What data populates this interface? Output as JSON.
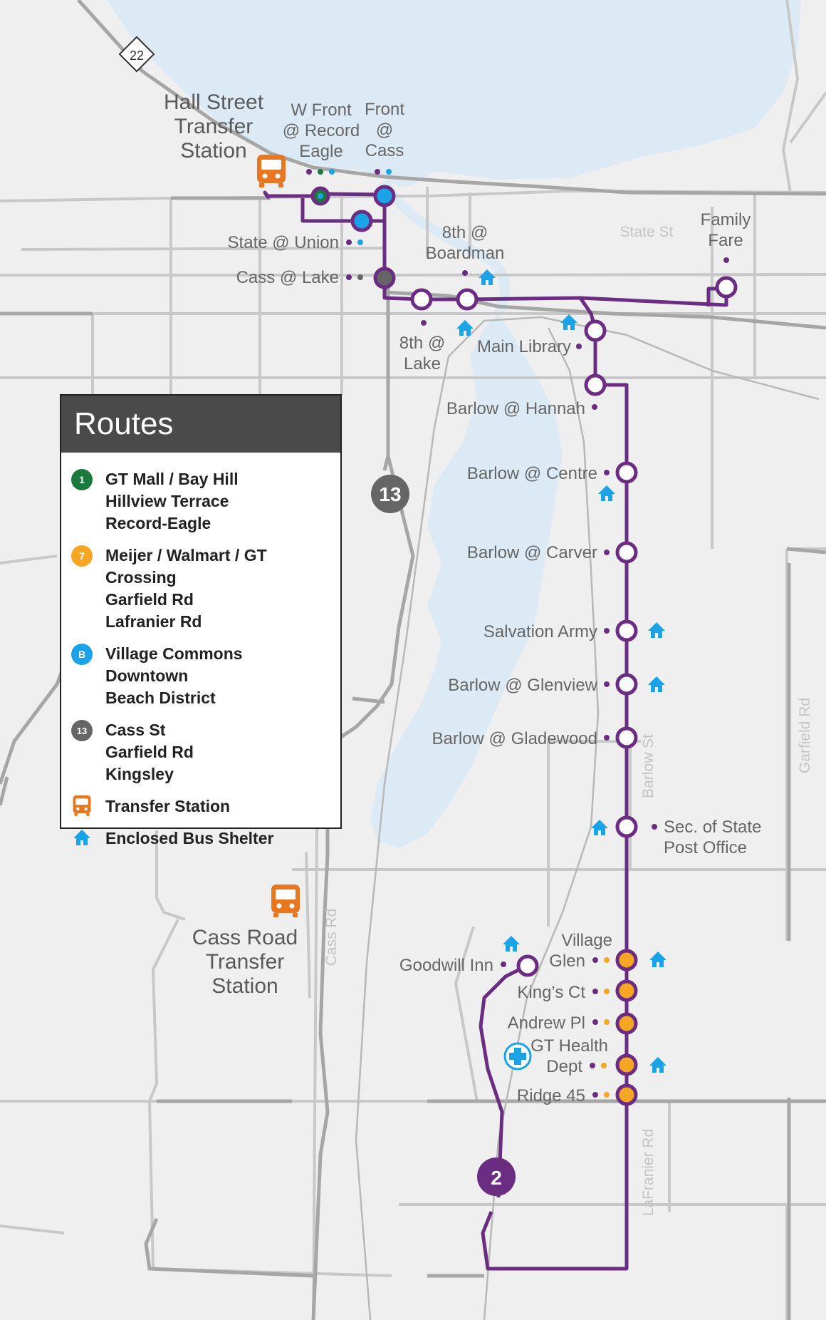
{
  "legend": {
    "title": "Routes",
    "routes": [
      {
        "badge": "1",
        "color": "#1a7a3c",
        "lines": [
          "GT Mall / Bay Hill",
          "Hillview Terrace",
          "Record-Eagle"
        ]
      },
      {
        "badge": "7",
        "color": "#f5a623",
        "lines": [
          "Meijer / Walmart / GT Crossing",
          "Garfield Rd",
          "Lafranier Rd"
        ]
      },
      {
        "badge": "B",
        "color": "#1aa3e6",
        "lines": [
          "Village Commons",
          "Downtown",
          "Beach District"
        ]
      },
      {
        "badge": "13",
        "color": "#666666",
        "lines": [
          "Cass St",
          "Garfield Rd",
          "Kingsley"
        ]
      }
    ],
    "transfer_label": "Transfer Station",
    "shelter_label": "Enclosed Bus Shelter"
  },
  "map": {
    "route_2_badge": "2",
    "route_13_badge": "13",
    "highway": "22",
    "colors": {
      "route": "#6b2d82",
      "water": "#dbeaf5",
      "road": "#c8c8c8",
      "transfer": "#e87722",
      "shelter": "#1aa3e6"
    },
    "stations": {
      "hall_street": [
        "Hall Street",
        "Transfer",
        "Station"
      ],
      "cass_road": [
        "Cass Road",
        "Transfer",
        "Station"
      ]
    },
    "streets": {
      "state_st": "State St",
      "cass_rd": "Cass Rd",
      "barlow_st": "Barlow St",
      "garfield_rd": "Garfield Rd",
      "lafranier_rd": "LaFranier Rd"
    },
    "stops": {
      "w_front": [
        "W Front",
        "@ Record",
        "Eagle"
      ],
      "front_cass": [
        "Front",
        "@",
        "Cass"
      ],
      "state_union": "State @ Union",
      "cass_lake": "Cass @ Lake",
      "eighth_boardman": [
        "8th @",
        "Boardman"
      ],
      "eighth_lake": [
        "8th @",
        "Lake"
      ],
      "family_fare": [
        "Family",
        "Fare"
      ],
      "main_library": "Main Library",
      "barlow_hannah": "Barlow @ Hannah",
      "barlow_centre": "Barlow @ Centre",
      "barlow_carver": "Barlow @ Carver",
      "salvation_army": "Salvation Army",
      "barlow_glenview": "Barlow @ Glenview",
      "barlow_gladewood": "Barlow @ Gladewood",
      "sec_state": [
        "Sec. of State",
        "Post Office"
      ],
      "village_glen": [
        "Village",
        "Glen"
      ],
      "goodwill_inn": "Goodwill Inn",
      "kings_ct": "King’s Ct",
      "andrew_pl": "Andrew Pl",
      "gt_health": [
        "GT Health",
        "Dept"
      ],
      "ridge_45": "Ridge 45"
    }
  }
}
